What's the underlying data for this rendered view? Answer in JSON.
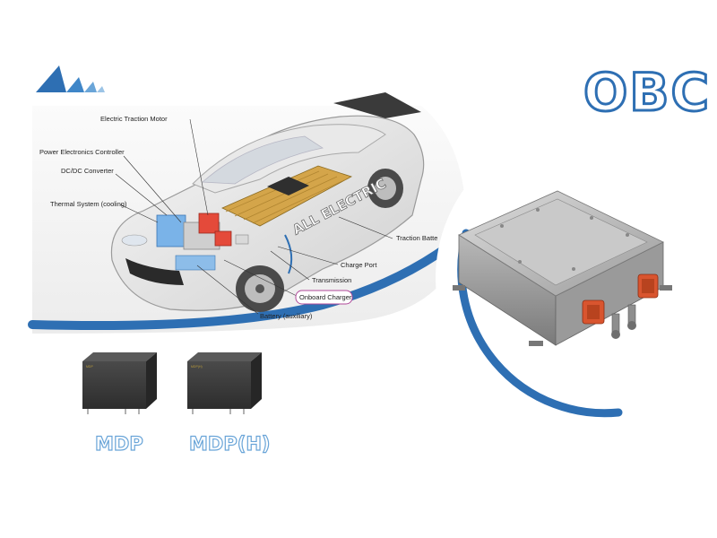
{
  "title": "OBC",
  "ev_labels": {
    "electric_traction_motor": "Electric Traction Motor",
    "power_electronics_controller": "Power Electronics Controller",
    "dcdc_converter": "DC/DC Converter",
    "thermal_system": "Thermal System (cooling)",
    "traction_battery": "Traction Batte",
    "charge_port": "Charge Port",
    "transmission": "Transmission",
    "onboard_charger": "Onboard Charger",
    "battery_auxiliary": "Battery (auxiliary)",
    "car_side_text": "ALL ELECTRIC"
  },
  "products": [
    {
      "name": "MDP"
    },
    {
      "name": "MDP(H)"
    }
  ],
  "colors": {
    "accent_blue": "#2e6fb3",
    "light_blue": "#6aa5d8",
    "highlight_purple": "#b04a9a",
    "relay_body": "#3b3b3b"
  }
}
